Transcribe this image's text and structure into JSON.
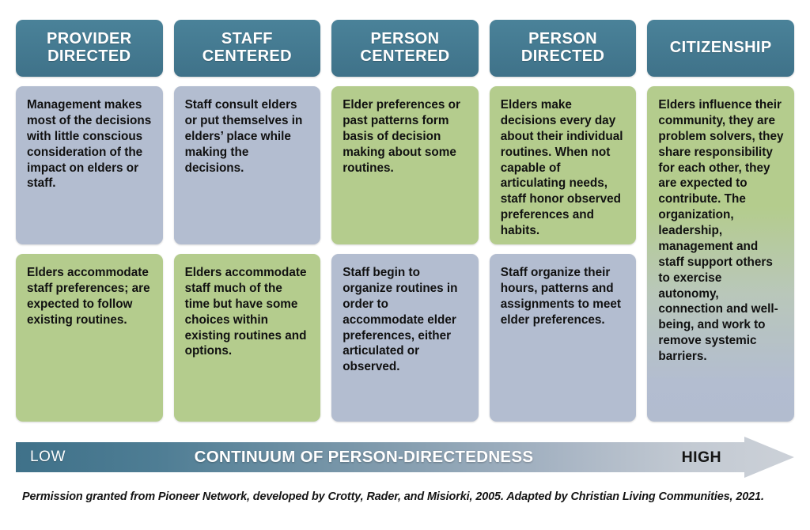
{
  "title": "Continuum of Person-Directedness",
  "colors": {
    "header_blue": "#42798f",
    "card_blue_gray": "#b3bdd0",
    "card_green": "#b4cc8d",
    "text_dark": "#111111",
    "text_white": "#ffffff"
  },
  "columns": [
    {
      "header": "PROVIDER\nDIRECTED",
      "cards": [
        {
          "tone": "blue",
          "text": "Management makes most of the decisions with little conscious consideration of the impact on elders or staff."
        },
        {
          "tone": "green",
          "text": "Elders accommodate staff preferences; are expected to follow existing routines."
        }
      ]
    },
    {
      "header": "STAFF\nCENTERED",
      "cards": [
        {
          "tone": "blue",
          "text": "Staff consult elders or put themselves in elders’ place while making the decisions."
        },
        {
          "tone": "green",
          "text": "Elders accommodate staff much of the time but have some choices within existing routines and options."
        }
      ]
    },
    {
      "header": "PERSON\nCENTERED",
      "cards": [
        {
          "tone": "green",
          "text": "Elder preferences or past patterns form basis of decision making about some routines."
        },
        {
          "tone": "blue",
          "text": "Staff begin to organize routines in order to accommodate elder preferences, either articulated or observed."
        }
      ]
    },
    {
      "header": "PERSON\nDIRECTED",
      "cards": [
        {
          "tone": "green",
          "text": "Elders make decisions every day about their individual routines. When not capable of articulating needs, staff honor observed preferences and habits."
        },
        {
          "tone": "blue",
          "text": "Staff organize their hours, patterns and assignments to meet elder preferences."
        }
      ]
    },
    {
      "header": "CITIZENSHIP",
      "cards": [
        {
          "tone": "gradient",
          "text": "Elders influence their community, they are problem solvers, they share responsibility for each other, they are expected to contribute. The organization, leadership, management and staff support others to exercise autonomy, connection and well-being, and work to remove systemic barriers."
        }
      ]
    }
  ],
  "continuum": {
    "low_label": "LOW",
    "center_label": "CONTINUUM OF PERSON-DIRECTEDNESS",
    "high_label": "HIGH"
  },
  "footer": {
    "credit": "Permission granted from Pioneer Network, developed by Crotty, Rader, and Misiorki, 2005. Adapted by Christian Living Communities, 2021."
  }
}
